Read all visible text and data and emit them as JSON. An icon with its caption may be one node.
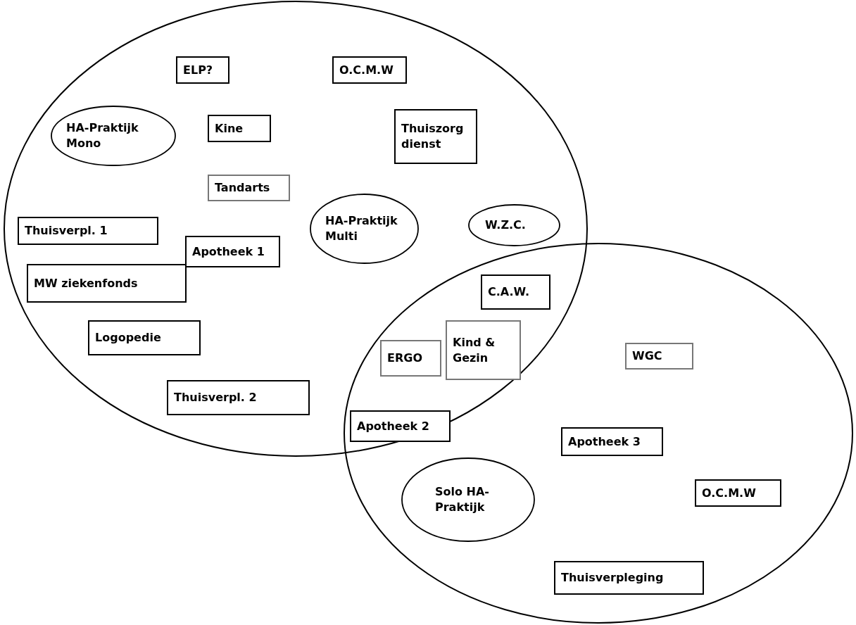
{
  "diagram": {
    "nodes": [
      {
        "text": [],
        "shape": "circle"
      },
      {
        "text": [],
        "shape": "circle"
      },
      {
        "text": [
          "ELP?"
        ],
        "in": 0
      },
      {
        "text": [
          "O.C.M.W"
        ],
        "in": 0
      },
      {
        "text": [
          "HA-Praktijk Mono"
        ],
        "in": 0
      },
      {
        "text": [
          "Kine"
        ],
        "in": 0
      },
      {
        "text": [
          "Thuiszorg dienst"
        ],
        "in": 0
      },
      {
        "text": [
          "Tandarts"
        ],
        "in": 0
      },
      {
        "text": [
          "HA-Praktijk Multi"
        ],
        "in": 0
      },
      {
        "text": [
          "W.Z.C."
        ],
        "in": 0
      },
      {
        "text": [
          "Thuisverpl. 1"
        ],
        "in": 0
      },
      {
        "text": [
          "Apotheek 1"
        ],
        "in": 0
      },
      {
        "text": [
          "MW ziekenfonds"
        ],
        "in": 0
      },
      {
        "text": [
          "Logopedie"
        ],
        "in": 0
      },
      {
        "text": [
          "Thuisverpl. 2"
        ],
        "in": 0
      },
      {
        "text": [
          "C.A.W."
        ]
      },
      {
        "text": [
          "ERGO"
        ]
      },
      {
        "text": [
          "Kind & Gezin"
        ]
      },
      {
        "text": [
          "Apotheek 2"
        ]
      },
      {
        "text": [
          "WGC"
        ],
        "in": 1
      },
      {
        "text": [
          "Apotheek 3"
        ],
        "in": 1
      },
      {
        "text": [
          "O.C.M.W"
        ],
        "in": 1
      },
      {
        "text": [
          "Solo HA-Praktijk"
        ],
        "in": 1
      },
      {
        "text": [
          "Thuisverpleging"
        ],
        "in": 1
      }
    ]
  }
}
